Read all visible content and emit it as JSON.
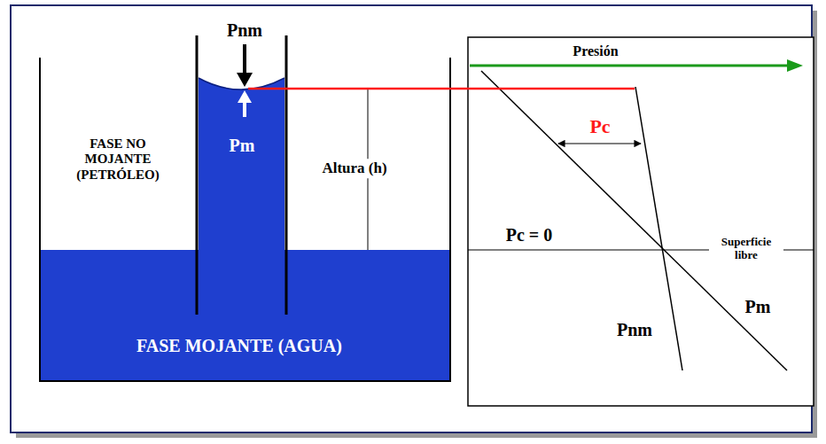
{
  "diagram": {
    "labels": [
      "Pnm",
      "Pm",
      "FASE NO MOJANTE (PETRÓLEO)",
      "Altura (h)",
      "FASE MOJANTE (AGUA)",
      "Presión",
      "Pc",
      "Pc = 0",
      "Superficie libre",
      "Pnm",
      "Pm"
    ]
  }
}
